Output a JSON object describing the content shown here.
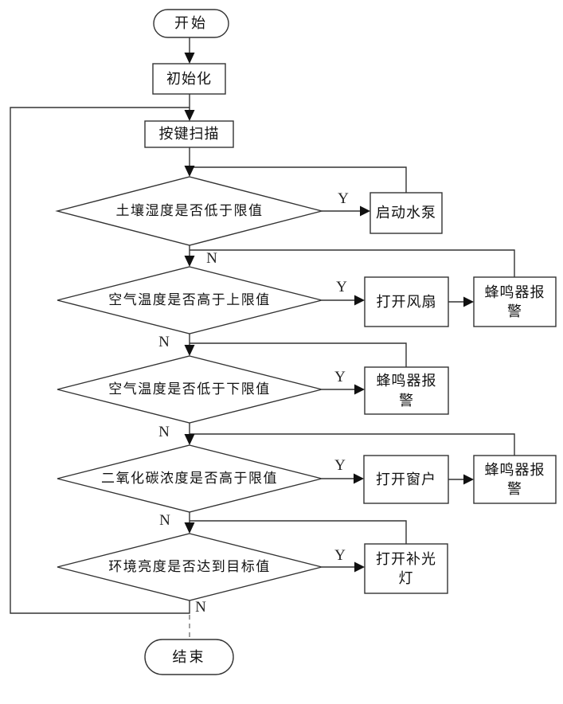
{
  "diagram": {
    "type": "flowchart",
    "language": "zh-CN",
    "nodes": {
      "start": {
        "label": "开始",
        "shape": "terminator"
      },
      "init": {
        "label": "初始化",
        "shape": "process"
      },
      "key_scan": {
        "label": "按键扫描",
        "shape": "process"
      },
      "decision_soil": {
        "label": "土壤湿度是否低于限值",
        "shape": "decision"
      },
      "action_pump": {
        "label": "启动水泵",
        "shape": "process"
      },
      "decision_temp_high": {
        "label": "空气温度是否高于上限值",
        "shape": "decision"
      },
      "action_fan": {
        "label": "打开风扇",
        "shape": "process"
      },
      "action_buzzer_temp_high": {
        "label": "蜂鸣器报警",
        "shape": "process"
      },
      "decision_temp_low": {
        "label": "空气温度是否低于下限值",
        "shape": "decision"
      },
      "action_buzzer_temp_low": {
        "label": "蜂鸣器报警",
        "shape": "process"
      },
      "decision_co2": {
        "label": "二氧化碳浓度是否高于限值",
        "shape": "decision"
      },
      "action_window": {
        "label": "打开窗户",
        "shape": "process"
      },
      "action_buzzer_co2": {
        "label": "蜂鸣器报警",
        "shape": "process"
      },
      "decision_brightness": {
        "label": "环境亮度是否达到目标值",
        "shape": "decision"
      },
      "action_fill_light": {
        "label": "打开补光灯",
        "shape": "process"
      },
      "end": {
        "label": "结束",
        "shape": "terminator"
      }
    },
    "branch_labels": {
      "yes": "Y",
      "no": "N"
    },
    "edges": [
      {
        "from": "start",
        "to": "init"
      },
      {
        "from": "init",
        "to": "key_scan"
      },
      {
        "from": "key_scan",
        "to": "decision_soil"
      },
      {
        "from": "decision_soil",
        "to": "action_pump",
        "label": "Y"
      },
      {
        "from": "action_pump",
        "to": "decision_soil",
        "note": "loops back above decision"
      },
      {
        "from": "decision_soil",
        "to": "decision_temp_high",
        "label": "N"
      },
      {
        "from": "decision_temp_high",
        "to": "action_fan",
        "label": "Y"
      },
      {
        "from": "action_fan",
        "to": "action_buzzer_temp_high"
      },
      {
        "from": "action_buzzer_temp_high",
        "to": "decision_temp_high",
        "note": "loops back above decision"
      },
      {
        "from": "decision_temp_high",
        "to": "decision_temp_low",
        "label": "N"
      },
      {
        "from": "decision_temp_low",
        "to": "action_buzzer_temp_low",
        "label": "Y"
      },
      {
        "from": "action_buzzer_temp_low",
        "to": "decision_temp_low",
        "note": "loops back above decision"
      },
      {
        "from": "decision_temp_low",
        "to": "decision_co2",
        "label": "N"
      },
      {
        "from": "decision_co2",
        "to": "action_window",
        "label": "Y"
      },
      {
        "from": "action_window",
        "to": "action_buzzer_co2"
      },
      {
        "from": "action_buzzer_co2",
        "to": "decision_co2",
        "note": "loops back above decision"
      },
      {
        "from": "decision_co2",
        "to": "decision_brightness",
        "label": "N"
      },
      {
        "from": "decision_brightness",
        "to": "action_fill_light",
        "label": "Y"
      },
      {
        "from": "action_fill_light",
        "to": "decision_brightness",
        "note": "loops back above decision"
      },
      {
        "from": "decision_brightness",
        "to": "key_scan",
        "label": "N",
        "note": "big loop via left edge"
      },
      {
        "from": "decision_brightness",
        "to": "end",
        "style": "dashed"
      }
    ],
    "colors": {
      "background": "#ffffff",
      "line": "#333333",
      "shape_border": "#4d4d4d",
      "arrowhead": "#111111",
      "text": "#111111"
    }
  }
}
